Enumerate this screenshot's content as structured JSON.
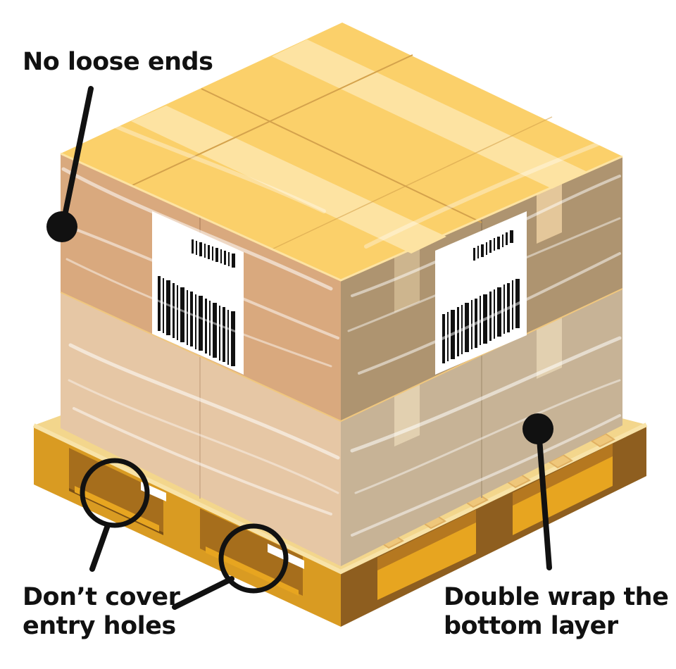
{
  "callouts": {
    "no_loose_ends": "No loose ends",
    "entry_holes_line1": "Don’t cover",
    "entry_holes_line2": "entry holes",
    "double_wrap_line1": "Double wrap the",
    "double_wrap_line2": "bottom layer"
  },
  "colors": {
    "box_top": "#FBD06A",
    "box_left": "#D9A97E",
    "box_right": "#AE9470",
    "wrap": "#FFFFFF",
    "pallet_light": "#F6D98A",
    "pallet_mid": "#E7A520",
    "pallet_dark": "#A4691C",
    "leader": "#111111",
    "label_bg": "#FFFFFF",
    "barcode": "#111111"
  },
  "icons": {
    "pallet": "shrink-wrapped-pallet-illustration",
    "label": "shipping-barcode-label"
  }
}
